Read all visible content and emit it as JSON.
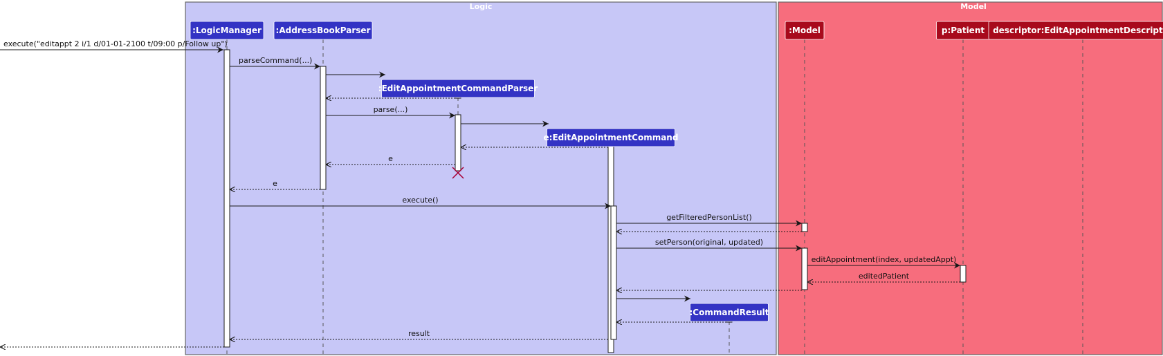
{
  "colors": {
    "logic_box": "#c7c7f7",
    "model_box": "#f76d7d",
    "logic_participant": "#3333c4",
    "model_participant": "#a80a1c"
  },
  "boxes": {
    "logic": {
      "title": "Logic"
    },
    "model": {
      "title": "Model"
    }
  },
  "participants": [
    {
      "id": "lm",
      "label": ":LogicManager"
    },
    {
      "id": "abp",
      "label": ":AddressBookParser"
    },
    {
      "id": "eacp",
      "label": ":EditAppointmentCommandParser"
    },
    {
      "id": "eac",
      "label": "e:EditAppointmentCommand"
    },
    {
      "id": "cr",
      "label": ":CommandResult"
    },
    {
      "id": "model",
      "label": ":Model"
    },
    {
      "id": "patient",
      "label": "p:Patient"
    },
    {
      "id": "desc",
      "label": "descriptor:EditAppointmentDescriptor"
    }
  ],
  "messages": [
    {
      "id": "m1",
      "from": "ext",
      "to": "lm",
      "label": "execute(\"editappt 2 i/1 d/01-01-2100 t/09:00 p/Follow up\")",
      "style": "sync"
    },
    {
      "id": "m2",
      "from": "lm",
      "to": "abp",
      "label": "parseCommand(...)",
      "style": "sync"
    },
    {
      "id": "m3",
      "from": "abp",
      "to": "eacp",
      "label": "",
      "style": "create"
    },
    {
      "id": "m4",
      "from": "eacp",
      "to": "abp",
      "label": "",
      "style": "return"
    },
    {
      "id": "m5",
      "from": "abp",
      "to": "eacp",
      "label": "parse(...)",
      "style": "sync"
    },
    {
      "id": "m6",
      "from": "eacp",
      "to": "eac",
      "label": "",
      "style": "create"
    },
    {
      "id": "m7",
      "from": "eac",
      "to": "eacp",
      "label": "",
      "style": "return"
    },
    {
      "id": "m8",
      "from": "eacp",
      "to": "abp",
      "label": "e",
      "style": "return"
    },
    {
      "id": "m9",
      "from": "abp",
      "to": "lm",
      "label": "e",
      "style": "return"
    },
    {
      "id": "m10",
      "from": "lm",
      "to": "eac",
      "label": "execute()",
      "style": "sync"
    },
    {
      "id": "m11",
      "from": "eac",
      "to": "model",
      "label": "getFilteredPersonList()",
      "style": "sync"
    },
    {
      "id": "m12",
      "from": "model",
      "to": "eac",
      "label": "",
      "style": "return"
    },
    {
      "id": "m13",
      "from": "eac",
      "to": "model",
      "label": "setPerson(original, updated)",
      "style": "sync"
    },
    {
      "id": "m14",
      "from": "model",
      "to": "patient",
      "label": "editAppointment(index, updatedAppt)",
      "style": "sync"
    },
    {
      "id": "m15",
      "from": "patient",
      "to": "model",
      "label": "editedPatient",
      "style": "return"
    },
    {
      "id": "m16",
      "from": "model",
      "to": "eac",
      "label": "",
      "style": "return"
    },
    {
      "id": "m17",
      "from": "eac",
      "to": "cr",
      "label": "",
      "style": "create"
    },
    {
      "id": "m18",
      "from": "cr",
      "to": "eac",
      "label": "",
      "style": "return"
    },
    {
      "id": "m19",
      "from": "eac",
      "to": "lm",
      "label": "result",
      "style": "return"
    },
    {
      "id": "m20",
      "from": "lm",
      "to": "ext",
      "label": "",
      "style": "return"
    }
  ],
  "destroyed": [
    "eacp"
  ]
}
